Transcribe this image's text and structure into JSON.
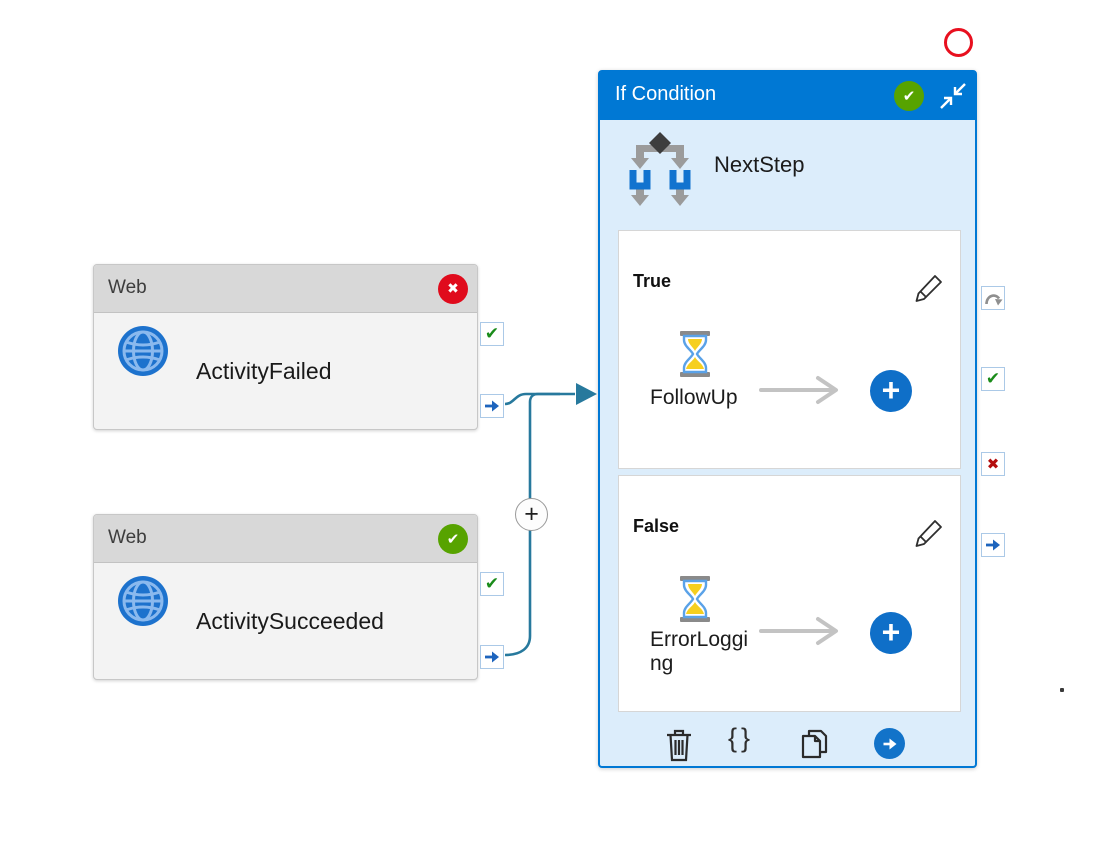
{
  "icons": {
    "plus": "+",
    "check": "✔",
    "cross": "✖",
    "braces": "{}"
  },
  "web_activities": [
    {
      "type_label": "Web",
      "name": "ActivityFailed",
      "status": "error"
    },
    {
      "type_label": "Web",
      "name": "ActivitySucceeded",
      "status": "success"
    }
  ],
  "if_condition": {
    "title": "If Condition",
    "status": "success",
    "name": "NextStep",
    "true_branch": {
      "label": "True",
      "activity": "FollowUp"
    },
    "false_branch": {
      "label": "False",
      "activity": "ErrorLogging"
    }
  },
  "colors": {
    "header_blue": "#0078d4",
    "panel_bg": "#dcedfb",
    "success_green": "#57a300",
    "error_red": "#e00b1c",
    "connector_teal": "#27799d",
    "accent_blue": "#0f6fc8",
    "card_gray_header": "#d8d8d8"
  }
}
